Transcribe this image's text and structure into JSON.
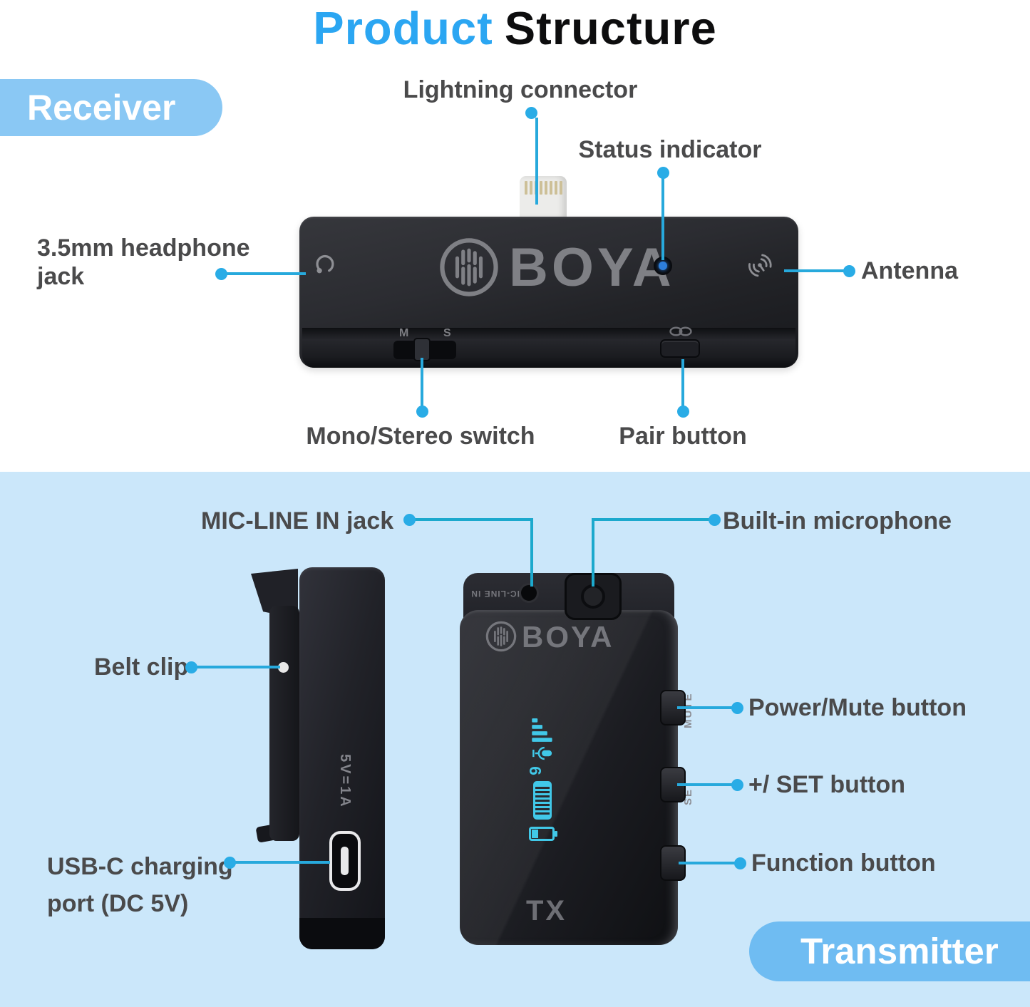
{
  "title": {
    "accent": "Product",
    "rest": "Structure"
  },
  "sections": {
    "receiver": {
      "badge": "Receiver",
      "brand": "BOYA",
      "markings": {
        "mono": "M",
        "stereo": "S"
      },
      "callouts": {
        "lightning": "Lightning connector",
        "status": "Status indicator",
        "headphone_line1": "3.5mm headphone",
        "headphone_line2": "jack",
        "antenna": "Antenna",
        "mono_stereo": "Mono/Stereo switch",
        "pair": "Pair button"
      }
    },
    "transmitter": {
      "badge": "Transmitter",
      "brand": "BOYA",
      "markings": {
        "tx": "TX",
        "power_rating": "5V=1A",
        "mic_line_in": "MIC-LINE IN",
        "mute": "MUTE",
        "set": "SET",
        "gain_value": "6"
      },
      "callouts": {
        "mic_line_in": "MIC-LINE IN jack",
        "built_in_mic": "Built-in microphone",
        "belt_clip": "Belt clip",
        "power_mute": "Power/Mute button",
        "plus_set": "+/ SET button",
        "usb_line1": "USB-C charging",
        "usb_line2": "port (DC 5V)",
        "function": "Function button"
      }
    }
  },
  "colors": {
    "title_accent": "#2BA6F2",
    "section_bg": "#CBE7FA",
    "badge_receiver": "#8AC8F4",
    "badge_transmitter": "#6FBCF2",
    "line": "#27A9DC",
    "line_teal": "#1CA9CD",
    "dot": "#29ACE6",
    "label": "#4A4A4B",
    "display": "#41C8E8"
  }
}
